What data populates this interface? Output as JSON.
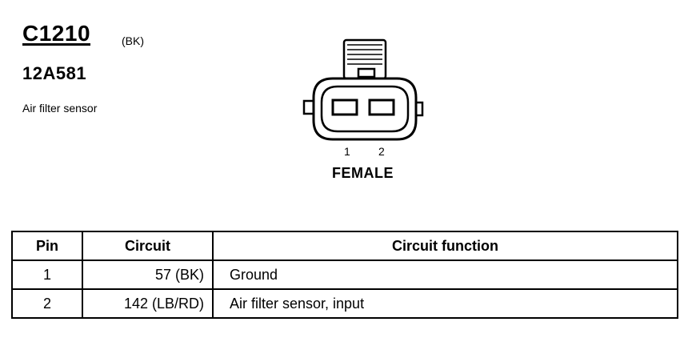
{
  "connector": {
    "id": "C1210",
    "color": "(BK)",
    "part_number": "12A581",
    "description": "Air filter sensor",
    "gender": "FEMALE",
    "pin_labels": [
      "1",
      "2"
    ]
  },
  "pin_table": {
    "headers": {
      "pin": "Pin",
      "circuit": "Circuit",
      "function": "Circuit function"
    },
    "rows": [
      {
        "pin": "1",
        "circuit": "57 (BK)",
        "function": "Ground"
      },
      {
        "pin": "2",
        "circuit": "142 (LB/RD)",
        "function": "Air filter sensor, input"
      }
    ]
  }
}
